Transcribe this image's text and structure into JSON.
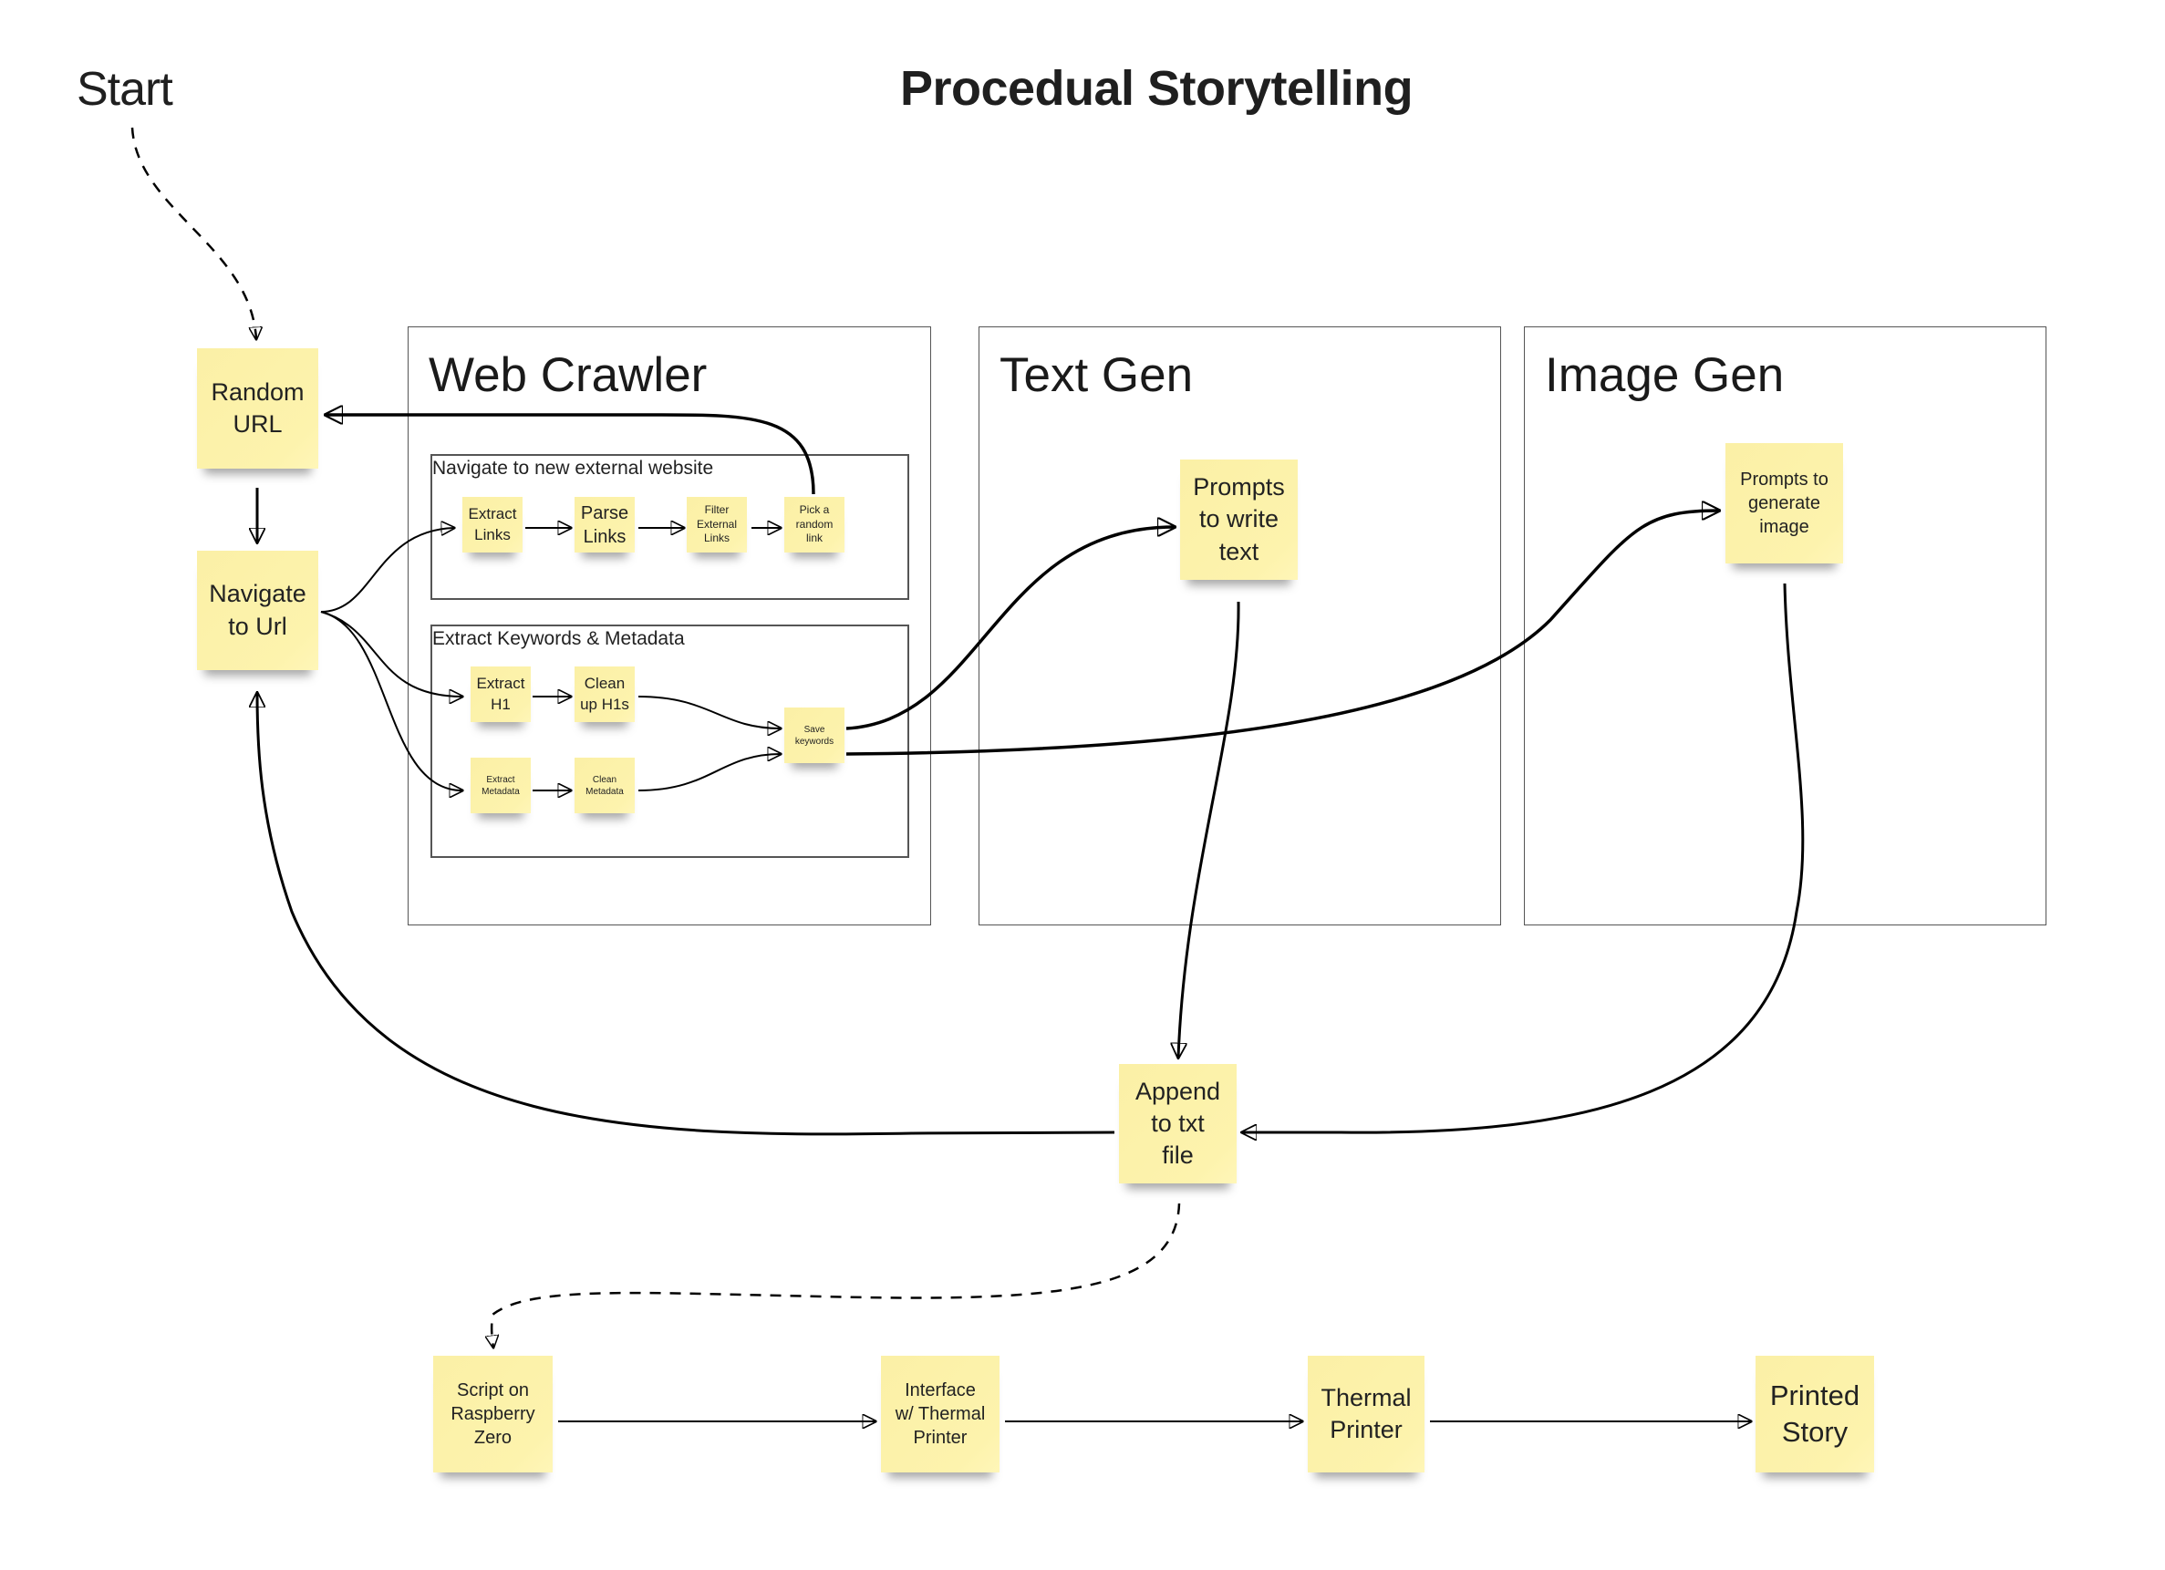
{
  "title": "Procedual Storytelling",
  "start_label": "Start",
  "frames": {
    "web_crawler": "Web Crawler",
    "text_gen": "Text Gen",
    "image_gen": "Image Gen"
  },
  "groups": {
    "navigate": "Navigate to new external website",
    "extract": "Extract Keywords & Metadata"
  },
  "notes": {
    "random_url": "Random\nURL",
    "navigate_to_url": "Navigate\nto Url",
    "extract_links": "Extract\nLinks",
    "parse_links": "Parse\nLinks",
    "filter_external_links": "Filter\nExternal\nLinks",
    "pick_random_link": "Pick a\nrandom\nlink",
    "extract_h1": "Extract\nH1",
    "clean_up_h1s": "Clean\nup H1s",
    "extract_metadata": "Extract\nMetadata",
    "clean_metadata": "Clean\nMetadata",
    "save_keywords": "Save\nkeywords",
    "prompts_text": "Prompts\nto write\ntext",
    "prompts_image": "Prompts to\ngenerate\nimage",
    "append_txt": "Append\nto txt\nfile",
    "script_raspberry": "Script on\nRaspberry\nZero",
    "interface_printer": "Interface\nw/ Thermal\nPrinter",
    "thermal_printer": "Thermal\nPrinter",
    "printed_story": "Printed\nStory"
  },
  "colors": {
    "sticky": "#fdf3ad",
    "frame_border": "#555555",
    "connector": "#000000"
  }
}
